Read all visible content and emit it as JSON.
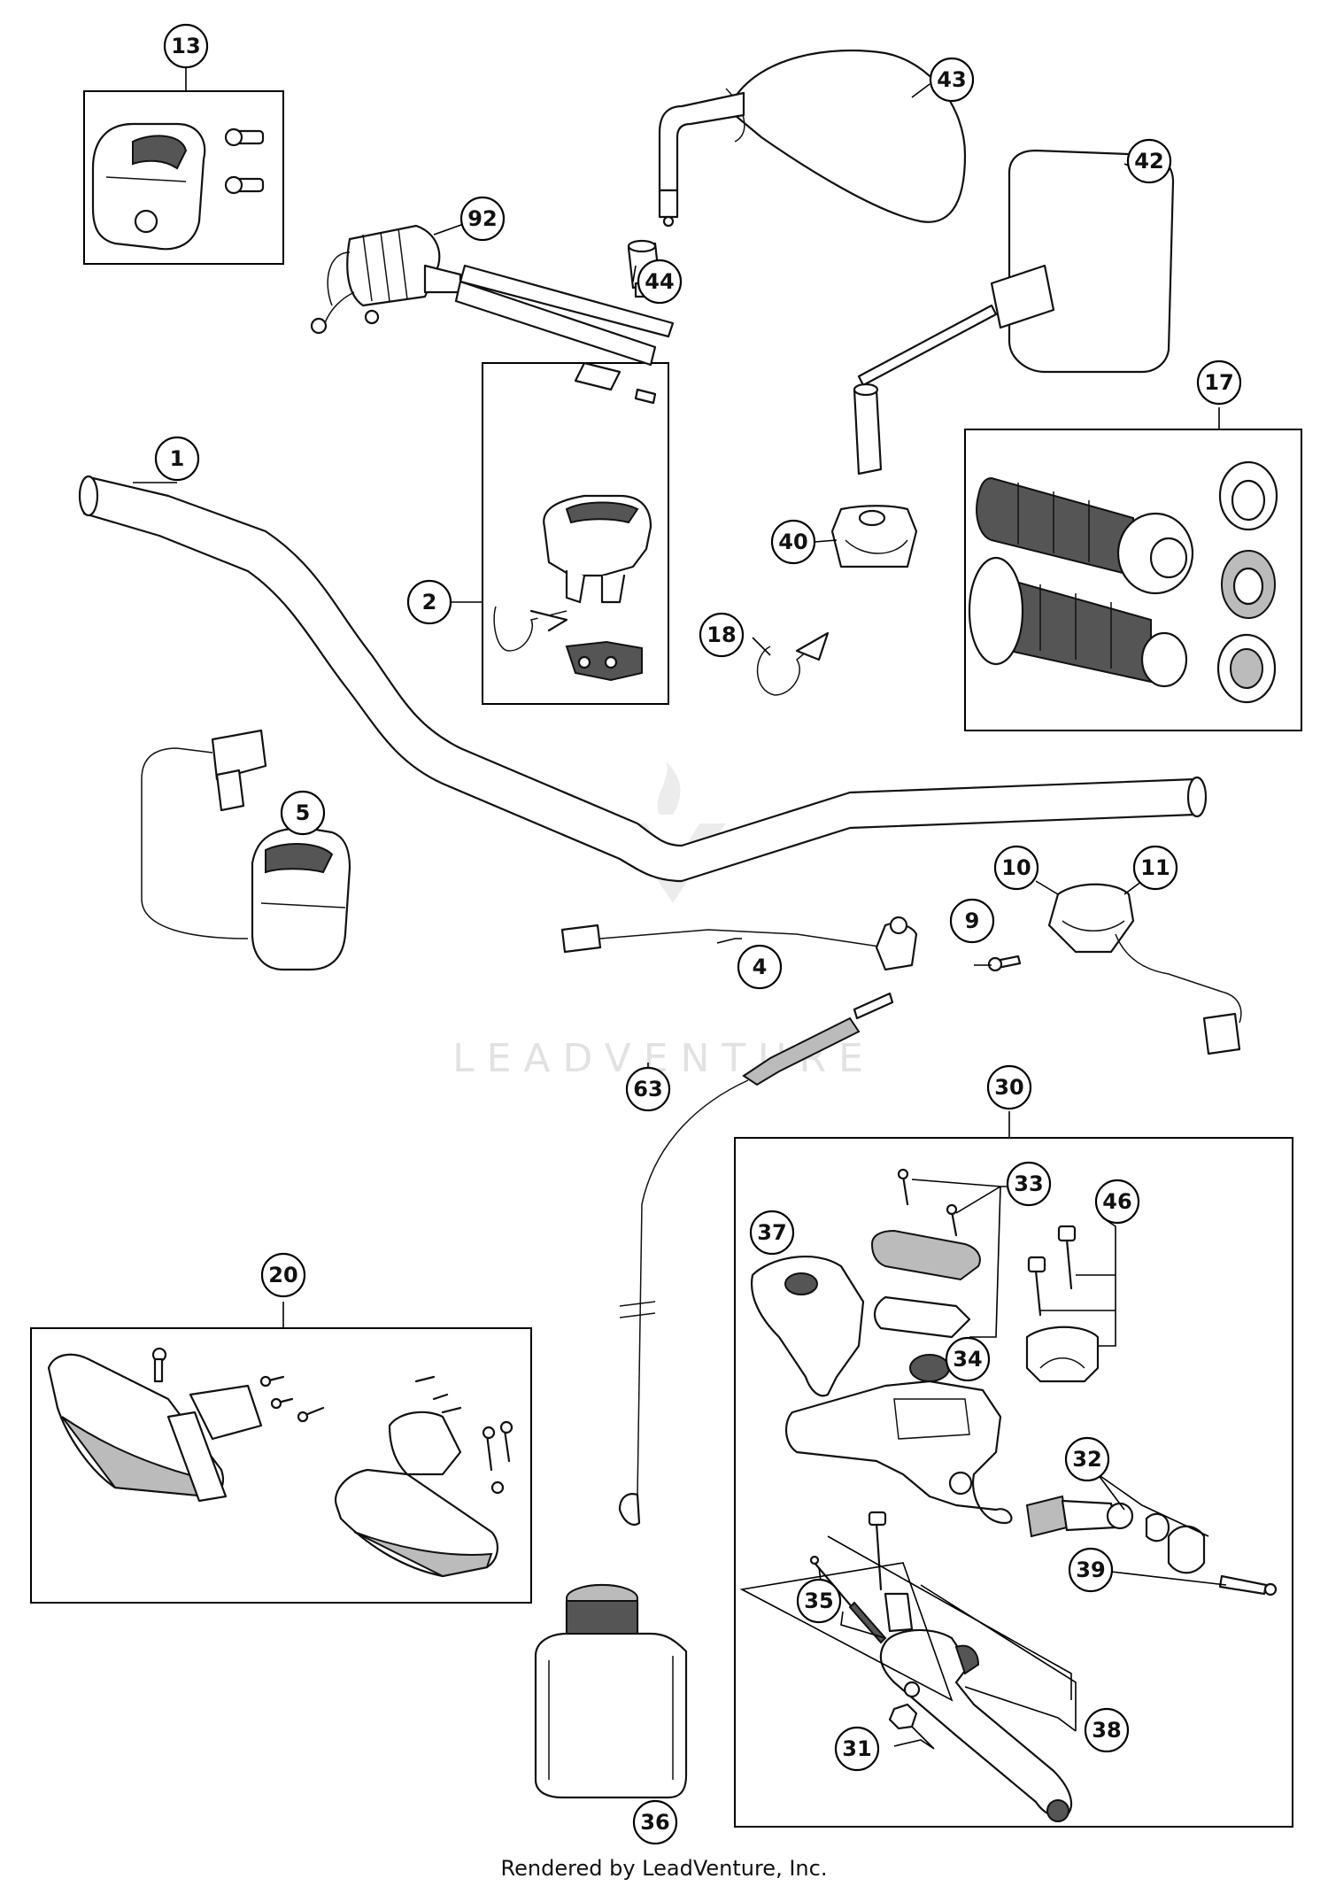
{
  "watermark": "LEADVENTURE",
  "footer": "Rendered by LeadVenture, Inc.",
  "callouts": {
    "c1": "1",
    "c2": "2",
    "c4": "4",
    "c5": "5",
    "c9": "9",
    "c10": "10",
    "c11": "11",
    "c13": "13",
    "c17": "17",
    "c18": "18",
    "c20": "20",
    "c30": "30",
    "c31": "31",
    "c32": "32",
    "c33": "33",
    "c34": "34",
    "c35": "35",
    "c36": "36",
    "c37": "37",
    "c38": "38",
    "c39": "39",
    "c40": "40",
    "c42": "42",
    "c43": "43",
    "c44": "44",
    "c46": "46",
    "c63": "63",
    "c92": "92"
  }
}
